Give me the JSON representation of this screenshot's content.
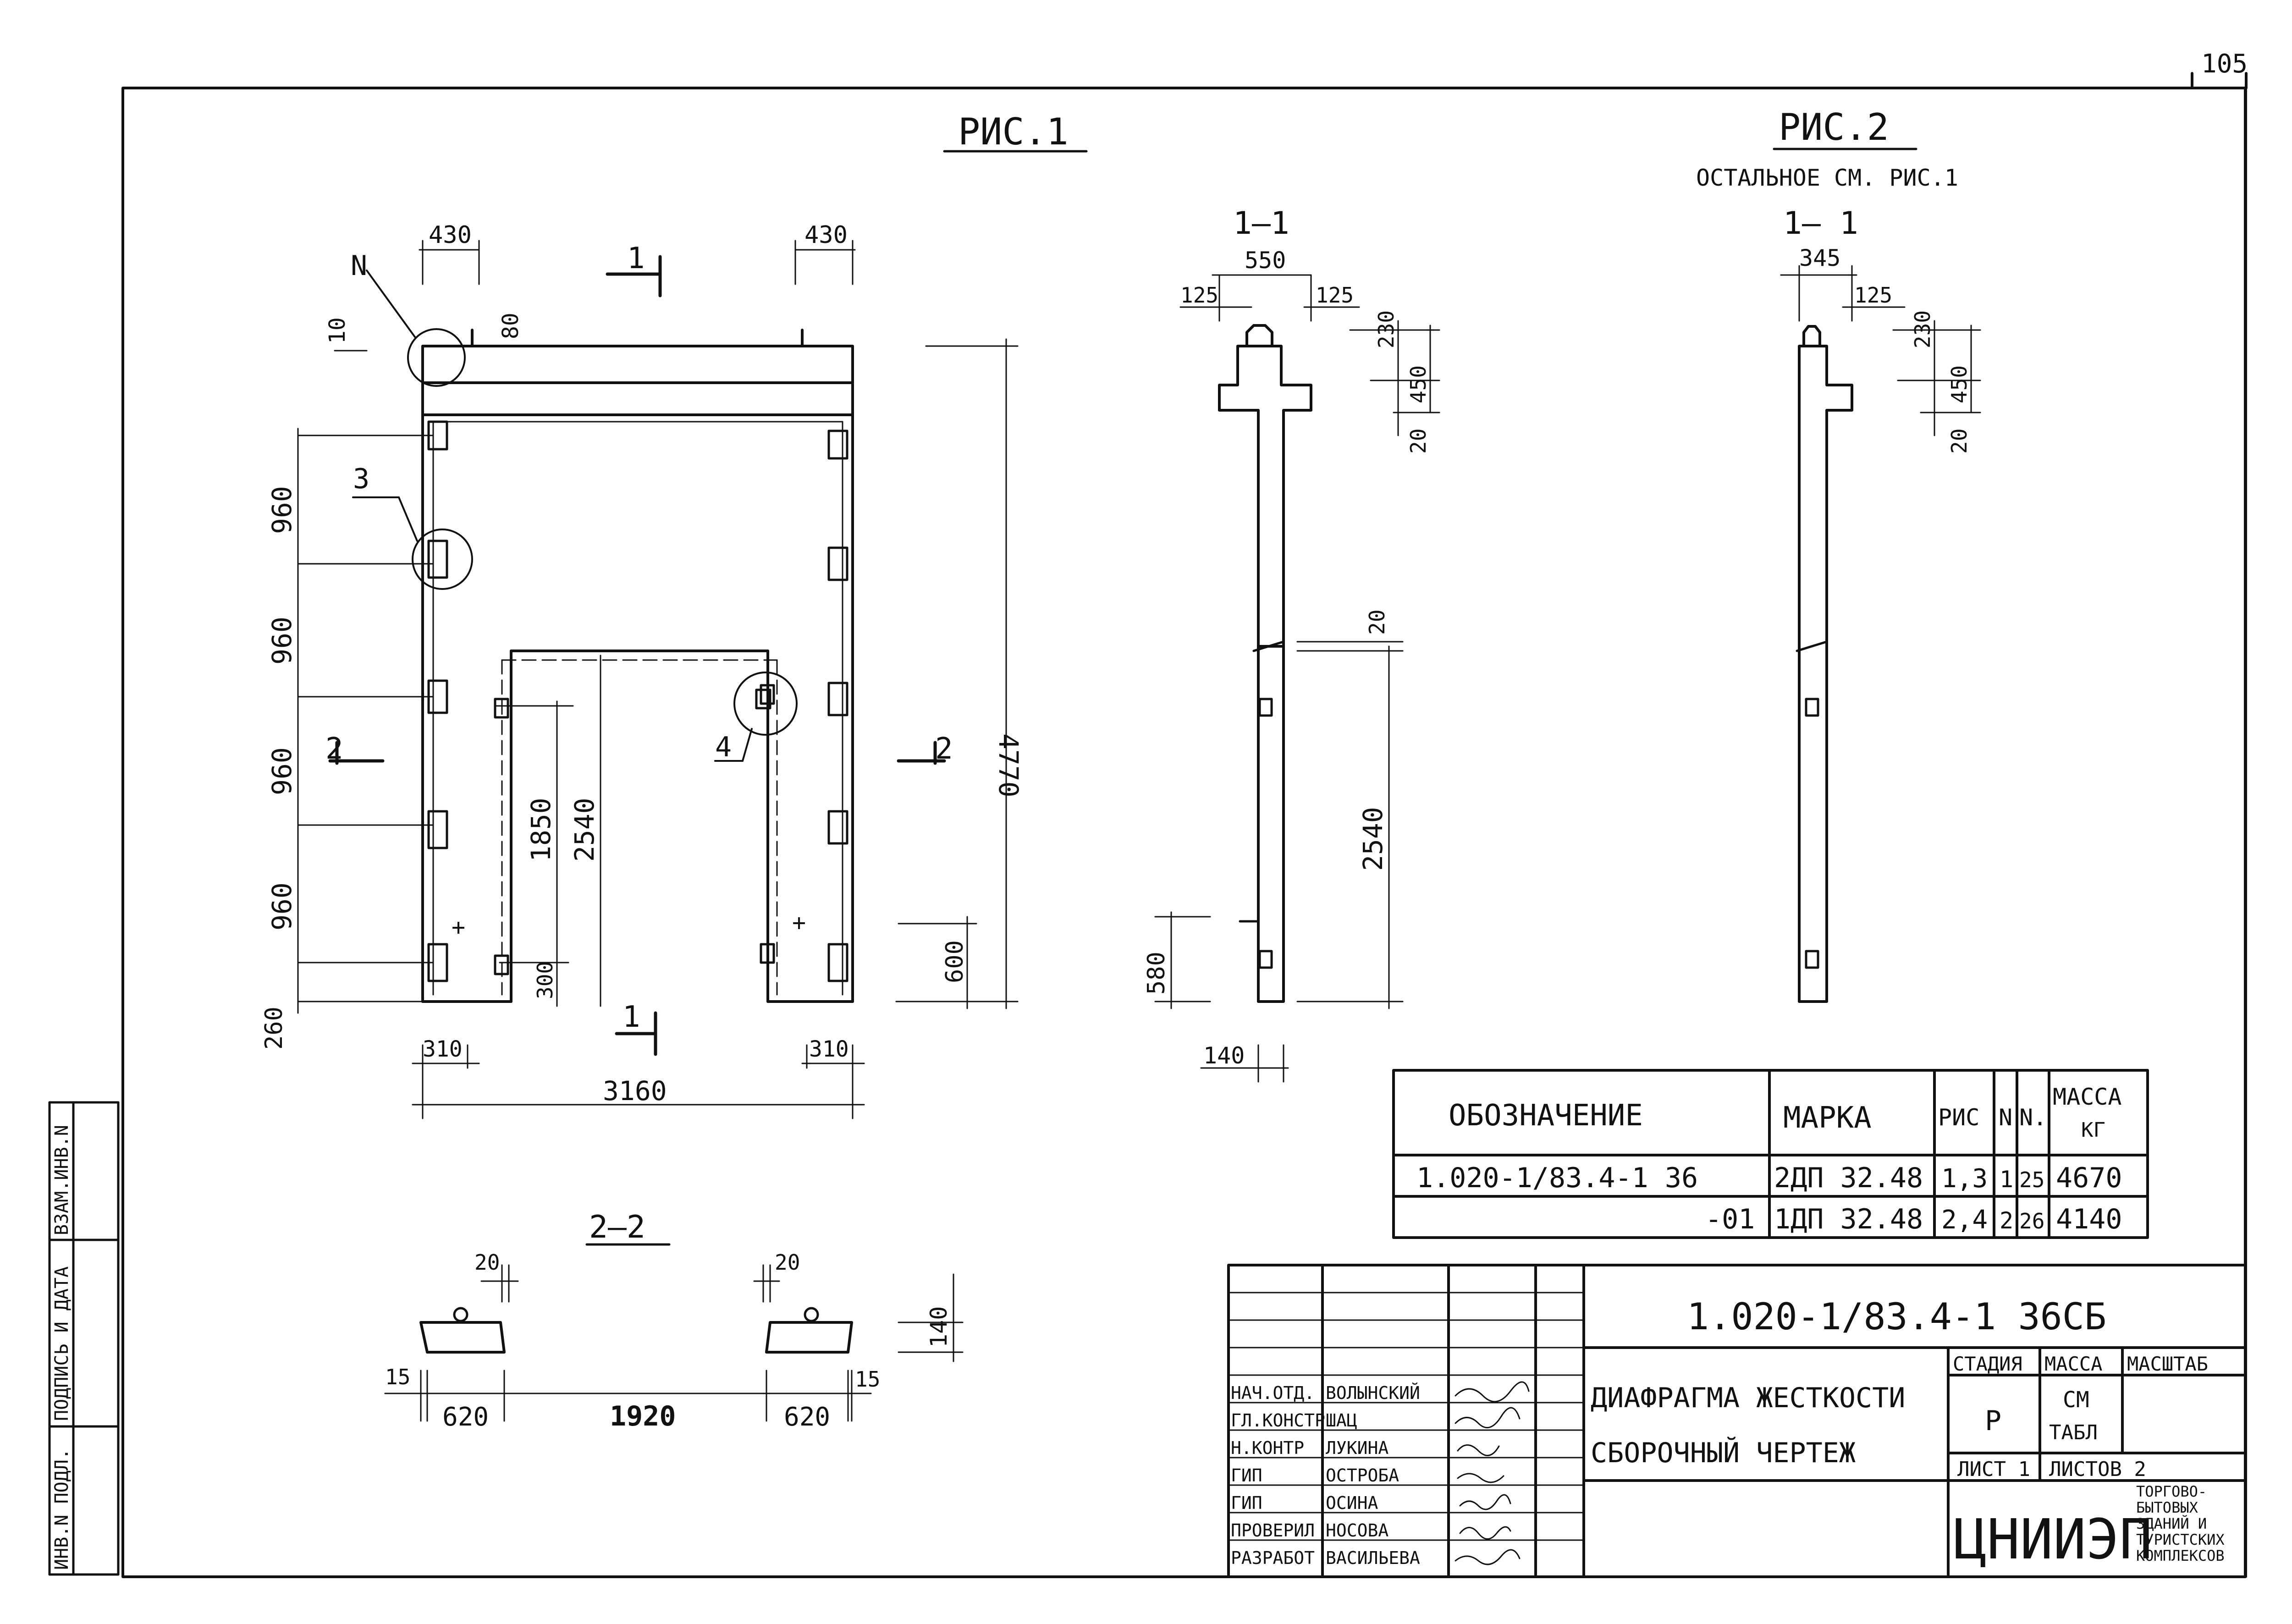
{
  "sheet_number": "105",
  "fig1": {
    "title": "РИС.1",
    "dim_top_left": "430",
    "dim_top_right": "430",
    "dim_10": "10",
    "dim_80": "80",
    "section_1": "1",
    "section_2": "2",
    "callout_n": "N",
    "callout_3": "3",
    "callout_4": "4",
    "dims_left": [
      "960",
      "960",
      "960",
      "960"
    ],
    "dim_260": "260",
    "dim_1850": "1850",
    "dim_2540": "2540",
    "dim_300": "300",
    "dim_600": "600",
    "dim_4770": "4770",
    "dim_310_left": "310",
    "dim_310_right": "310",
    "dim_3160": "3160"
  },
  "fig2": {
    "title": "РИС.2",
    "note": "ОСТАЛЬНОЕ СМ. РИС.1"
  },
  "sec11a": {
    "label": "1—1",
    "dim_550": "550",
    "dim_125_l": "125",
    "dim_125_r": "125",
    "dim_230": "230",
    "dim_450": "450",
    "dim_20_top": "20",
    "dim_20_mid": "20",
    "dim_2540": "2540",
    "dim_580": "580",
    "dim_140": "140"
  },
  "sec11b": {
    "label": "1— 1",
    "dim_345": "345",
    "dim_125": "125",
    "dim_230": "230",
    "dim_450": "450",
    "dim_20": "20"
  },
  "sec22": {
    "label": "2—2",
    "dim_20_l": "20",
    "dim_20_r": "20",
    "dim_140": "140",
    "dim_15_l": "15",
    "dim_15_r": "15",
    "dim_620_l": "620",
    "dim_1920": "1920",
    "dim_620_r": "620"
  },
  "spec_table": {
    "headers": [
      "ОБОЗНАЧЕНИЕ",
      "МАРКА",
      "РИС",
      "N",
      "N.",
      "МАССА",
      "КГ"
    ],
    "rows": [
      [
        "1.020-1/83.4-1 36",
        "2ДП 32.48",
        "1,3",
        "1",
        "25",
        "4670"
      ],
      [
        "-01",
        "1ДП 32.48",
        "2,4",
        "2",
        "26",
        "4140"
      ]
    ]
  },
  "title_block": {
    "doc_code": "1.020-1/83.4-1 36СБ",
    "title_line1": "ДИАФРАГМА ЖЕСТКОСТИ",
    "title_line2": "СБОРОЧНЫЙ ЧЕРТЕЖ",
    "stage_header": "СТАДИЯ",
    "mass_header": "МАССА",
    "scale_header": "МАСШТАБ",
    "stage_value": "Р",
    "mass_value_1": "СМ",
    "mass_value_2": "ТАБЛ",
    "sheet_label": "ЛИСТ 1",
    "sheets_label": "ЛИСТОВ 2",
    "org_short": "ЦНИИЭП",
    "org_full": [
      "ТОРГОВО-",
      "БЫТОВЫХ",
      "ЗДАНИЙ И",
      "ТУРИСТСКИХ",
      "КОМПЛЕКСОВ"
    ],
    "people": [
      {
        "role": "НАЧ.ОТД.",
        "name": "ВОЛЫНСКИЙ"
      },
      {
        "role": "ГЛ.КОНСТР",
        "name": "ШАЦ"
      },
      {
        "role": "Н.КОНТР",
        "name": "ЛУКИНА"
      },
      {
        "role": "ГИП",
        "name": "ОСТРОБА"
      },
      {
        "role": "ГИП",
        "name": "ОСИНА"
      },
      {
        "role": "ПРОВЕРИЛ",
        "name": "НОСОВА"
      },
      {
        "role": "РАЗРАБОТ",
        "name": "ВАСИЛЬЕВА"
      }
    ]
  },
  "side_stamp": [
    "ИНВ.N ПОДЛ.",
    "ПОДПИСЬ И ДАТА",
    "ВЗАМ.ИНВ.N"
  ]
}
